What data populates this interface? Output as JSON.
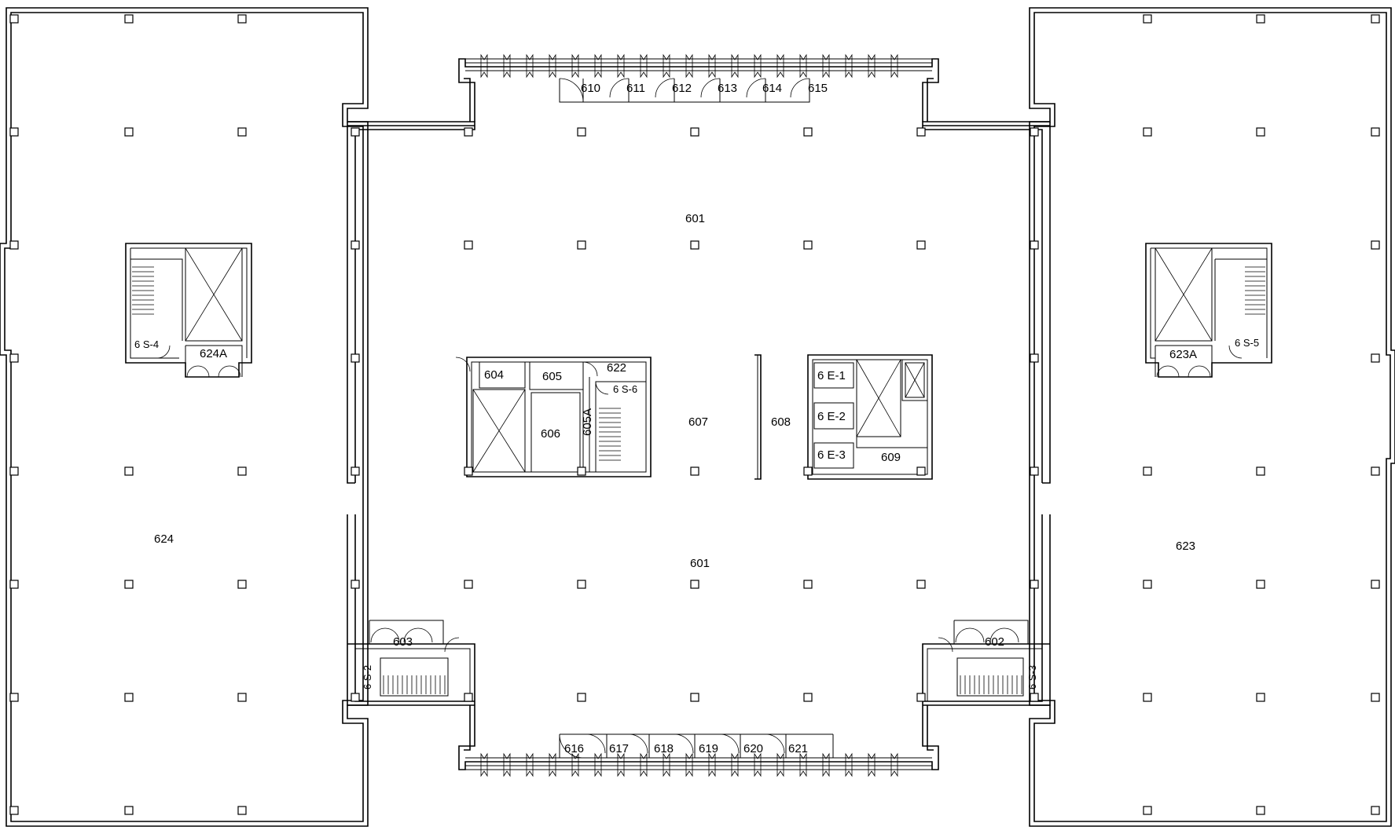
{
  "rooms": {
    "r601_top": "601",
    "r601_bottom": "601",
    "r602": "602",
    "r603": "603",
    "r604": "604",
    "r605": "605",
    "r605a": "605A",
    "r606": "606",
    "r607": "607",
    "r608": "608",
    "r609": "609",
    "r610": "610",
    "r611": "611",
    "r612": "612",
    "r613": "613",
    "r614": "614",
    "r615": "615",
    "r616": "616",
    "r617": "617",
    "r618": "618",
    "r619": "619",
    "r620": "620",
    "r621": "621",
    "r622": "622",
    "r623": "623",
    "r623a": "623A",
    "r624": "624",
    "r624a": "624A"
  },
  "stairs": {
    "s2": "6 S-2",
    "s3": "6 S-3",
    "s4": "6 S-4",
    "s5": "6 S-5",
    "s6": "6 S-6"
  },
  "elevators": {
    "e1": "6 E-1",
    "e2": "6 E-2",
    "e3": "6 E-3"
  }
}
